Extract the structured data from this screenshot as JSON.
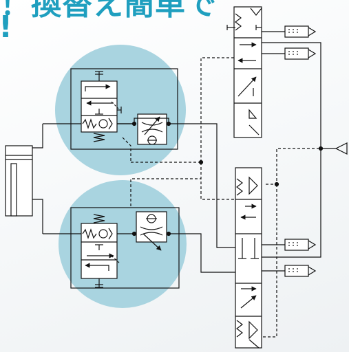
{
  "headline": {
    "title_line": "！換替え簡単で",
    "exclaim": "!"
  },
  "colors": {
    "accent": "#1f9fbf",
    "highlight_circle": "#a9d4e0",
    "line": "#111111"
  },
  "components": {
    "highlight_regions": [
      "upper-valve-unit-highlight",
      "lower-valve-unit-highlight"
    ],
    "directional_valves": [
      "upper-5-port-valve",
      "lower-5-port-valve"
    ],
    "actuator": "double-acting-cylinder",
    "supply": "air-supply-triangle",
    "silencers": [
      "silencer-1",
      "silencer-2",
      "silencer-3",
      "silencer-4"
    ]
  }
}
